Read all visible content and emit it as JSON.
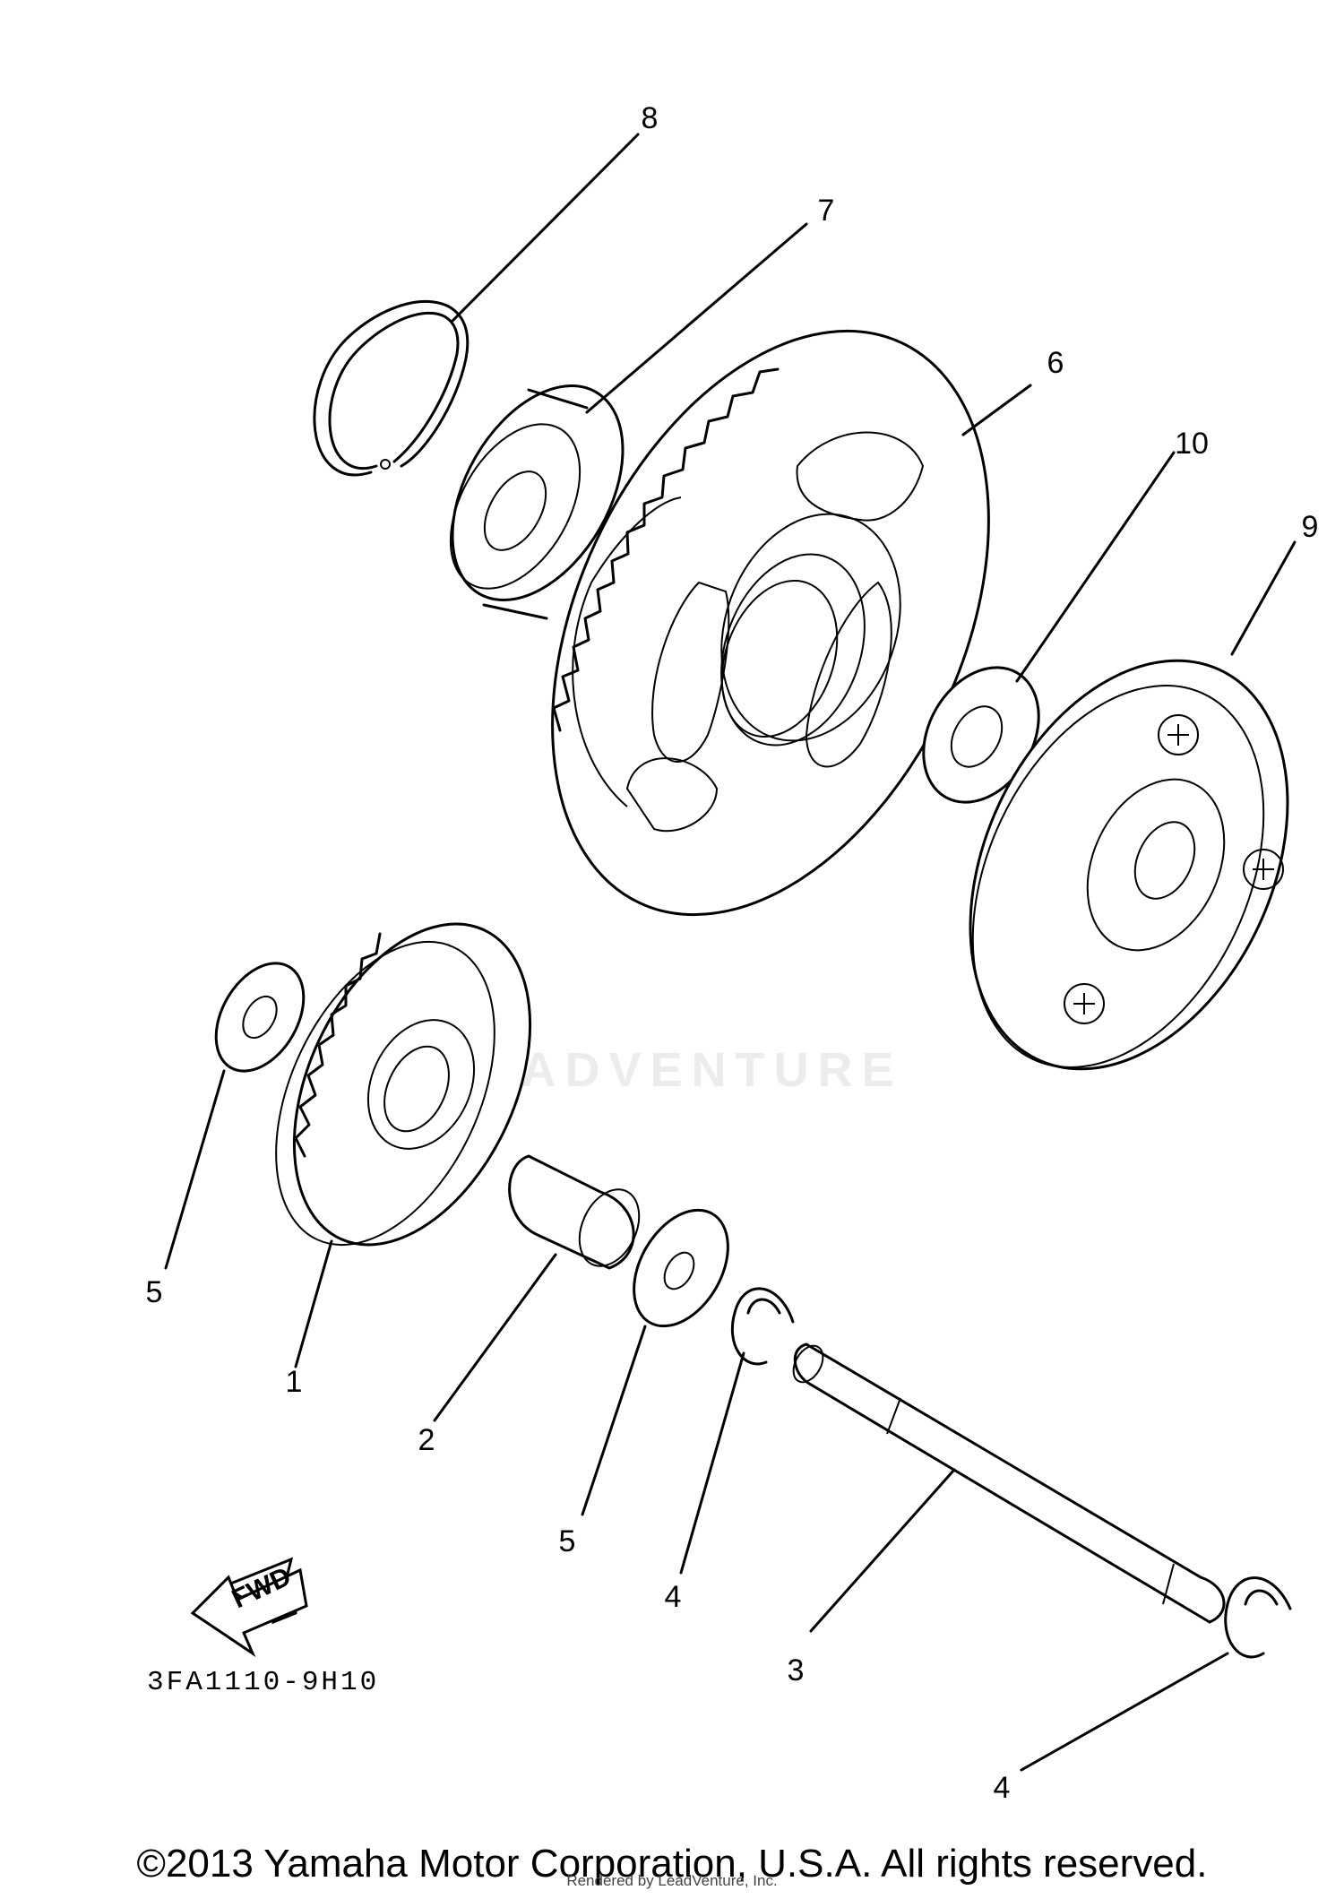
{
  "callouts": [
    {
      "id": "callout-8",
      "text": "8"
    },
    {
      "id": "callout-7",
      "text": "7"
    },
    {
      "id": "callout-6",
      "text": "6"
    },
    {
      "id": "callout-10",
      "text": "10"
    },
    {
      "id": "callout-9",
      "text": "9"
    },
    {
      "id": "callout-5-left",
      "text": "5"
    },
    {
      "id": "callout-1",
      "text": "1"
    },
    {
      "id": "callout-2",
      "text": "2"
    },
    {
      "id": "callout-5-mid",
      "text": "5"
    },
    {
      "id": "callout-4-mid",
      "text": "4"
    },
    {
      "id": "callout-3",
      "text": "3"
    },
    {
      "id": "callout-4-right",
      "text": "4"
    }
  ],
  "fwd_label": "FWD",
  "diagram_code": "3FA1110-9H10",
  "watermark": "LEADVENTURE",
  "copyright": "©2013 Yamaha Motor Corporation, U.S.A. All rights reserved.",
  "rendered_by": "Rendered by LeadVenture, Inc."
}
